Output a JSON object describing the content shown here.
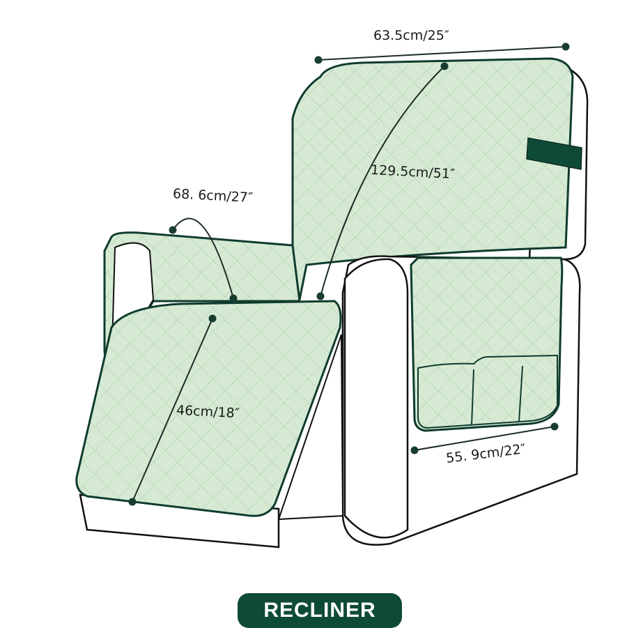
{
  "product": {
    "badge_label": "RECLINER"
  },
  "dimensions": {
    "back_width": "63.5cm/25″",
    "total_length": "129.5cm/51″",
    "arm_width": "68. 6cm/27″",
    "footrest_length": "46cm/18″",
    "seat_width": "55. 9cm/22″"
  },
  "colors": {
    "cover_fill": "#d6ead3",
    "outline": "#0f3b2e",
    "strap": "#0e4a38",
    "badge_bg": "#0e4a38",
    "badge_text": "#ffffff"
  }
}
